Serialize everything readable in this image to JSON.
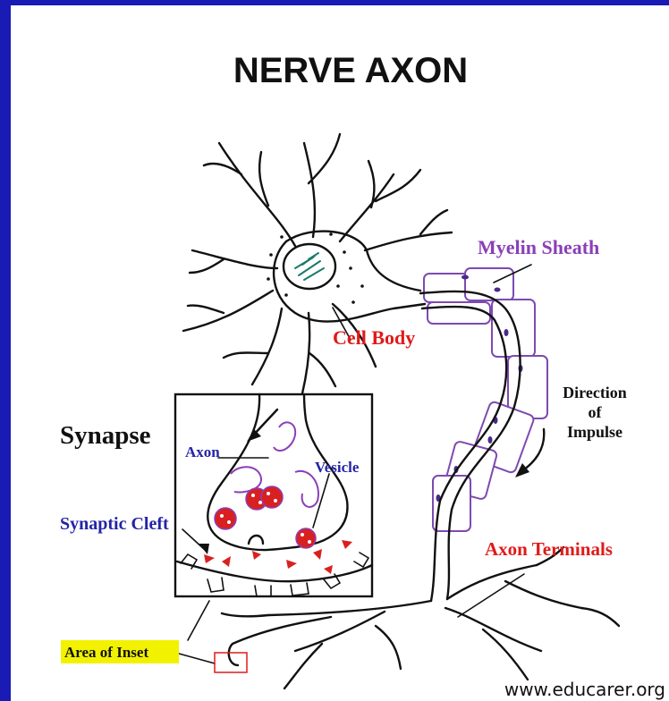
{
  "title": "NERVE AXON",
  "labels": {
    "myelin_sheath": "Myelin Sheath",
    "cell_body": "Cell Body",
    "direction_line1": "Direction",
    "direction_line2": "of",
    "direction_line3": "Impulse",
    "synapse": "Synapse",
    "axon": "Axon",
    "vesicle": "Vesicle",
    "synaptic_cleft": "Synaptic Cleft",
    "axon_terminals": "Axon Terminals",
    "area_of_inset": "Area of Inset"
  },
  "credit": "www.educarer.org",
  "colors": {
    "frame": "#1a1ab4",
    "red_label": "#e01a1a",
    "myelin_label": "#8a3fb8",
    "blue_label": "#2424a8",
    "highlight": "#f2f200"
  }
}
